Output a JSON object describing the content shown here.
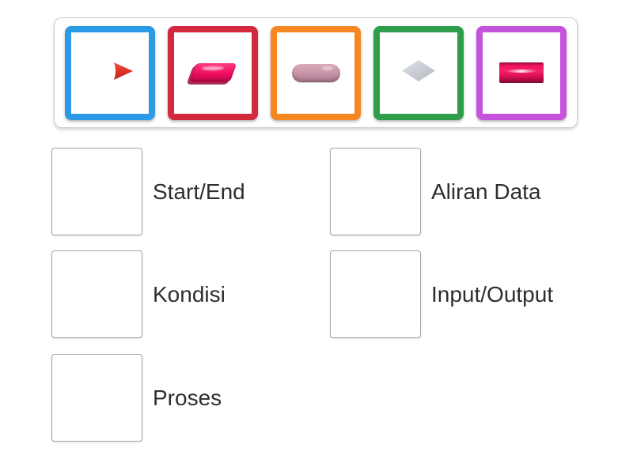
{
  "page": {
    "background_color": "#ffffff",
    "text_color": "#2e2e2e"
  },
  "tray": {
    "cards": [
      {
        "icon": "arrow-right-icon",
        "border_color": "#2b9be8",
        "icon_color": "#dd3227"
      },
      {
        "icon": "parallelogram-icon",
        "border_color": "#d2293d",
        "icon_color": "#ee0d60"
      },
      {
        "icon": "pill-terminator-icon",
        "border_color": "#f6861f",
        "icon_color": "#c493a5"
      },
      {
        "icon": "diamond-icon",
        "border_color": "#2e9e4d",
        "icon_color": "#c3c9d0"
      },
      {
        "icon": "rectangle-icon",
        "border_color": "#c653db",
        "icon_color": "#ee1355"
      }
    ]
  },
  "matches": {
    "left": [
      {
        "label": "Start/End"
      },
      {
        "label": "Kondisi"
      },
      {
        "label": "Proses"
      }
    ],
    "right": [
      {
        "label": "Aliran Data"
      },
      {
        "label": "Input/Output"
      }
    ]
  }
}
